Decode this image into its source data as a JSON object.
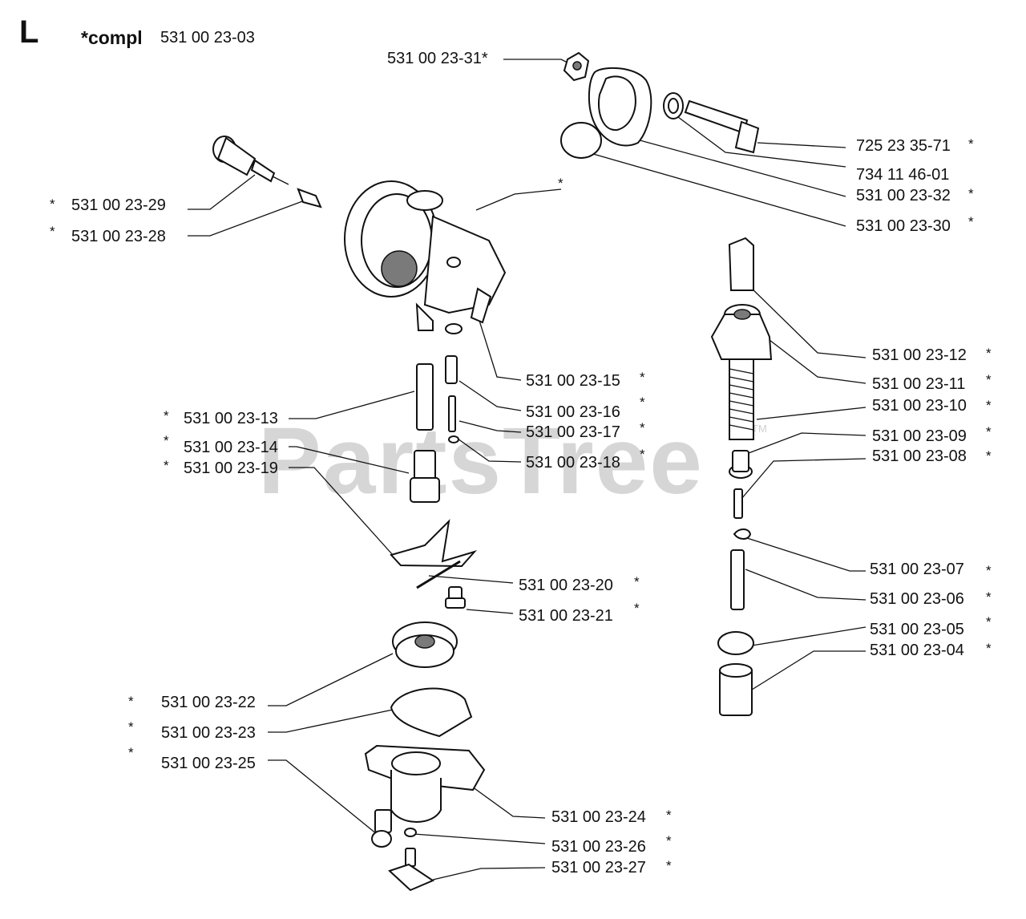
{
  "header": {
    "section_letter": "L",
    "compl_label": "*compl",
    "compl_part_number": "531 00 23-03"
  },
  "watermark": {
    "text": "PartsTree",
    "trademark": "TM"
  },
  "callouts": [
    {
      "id": "p31",
      "part": "531 00 23-31*",
      "star": ""
    },
    {
      "id": "p71",
      "part": "725 23 35-71",
      "star": "*"
    },
    {
      "id": "p01",
      "part": "734 11 46-01",
      "star": ""
    },
    {
      "id": "p32",
      "part": "531 00 23-32",
      "star": "*"
    },
    {
      "id": "p30",
      "part": "531 00 23-30",
      "star": "*"
    },
    {
      "id": "p29",
      "part": "531 00 23-29",
      "star": "*"
    },
    {
      "id": "p28",
      "part": "531 00 23-28",
      "star": "*"
    },
    {
      "id": "pbody",
      "part": "",
      "star": "*"
    },
    {
      "id": "p12",
      "part": "531 00 23-12",
      "star": "*"
    },
    {
      "id": "p11",
      "part": "531 00 23-11",
      "star": "*"
    },
    {
      "id": "p10",
      "part": "531 00 23-10",
      "star": "*"
    },
    {
      "id": "p09",
      "part": "531 00 23-09",
      "star": "*"
    },
    {
      "id": "p08",
      "part": "531 00 23-08",
      "star": "*"
    },
    {
      "id": "p15",
      "part": "531 00 23-15",
      "star": "*"
    },
    {
      "id": "p16",
      "part": "531 00 23-16",
      "star": "*"
    },
    {
      "id": "p17",
      "part": "531 00 23-17",
      "star": "*"
    },
    {
      "id": "p18",
      "part": "531 00 23-18",
      "star": "*"
    },
    {
      "id": "p13",
      "part": "531 00 23-13",
      "star": "*"
    },
    {
      "id": "p14",
      "part": "531 00 23-14",
      "star": "*"
    },
    {
      "id": "p19",
      "part": "531 00 23-19",
      "star": "*"
    },
    {
      "id": "p20",
      "part": "531 00 23-20",
      "star": "*"
    },
    {
      "id": "p21",
      "part": "531 00 23-21",
      "star": "*"
    },
    {
      "id": "p07",
      "part": "531 00 23-07",
      "star": "*"
    },
    {
      "id": "p06",
      "part": "531 00 23-06",
      "star": "*"
    },
    {
      "id": "p05",
      "part": "531 00 23-05",
      "star": "*"
    },
    {
      "id": "p04",
      "part": "531 00 23-04",
      "star": "*"
    },
    {
      "id": "p22",
      "part": "531 00 23-22",
      "star": "*"
    },
    {
      "id": "p23",
      "part": "531 00 23-23",
      "star": "*"
    },
    {
      "id": "p25",
      "part": "531 00 23-25",
      "star": "*"
    },
    {
      "id": "p24",
      "part": "531 00 23-24",
      "star": "*"
    },
    {
      "id": "p26",
      "part": "531 00 23-26",
      "star": "*"
    },
    {
      "id": "p27",
      "part": "531 00 23-27",
      "star": "*"
    }
  ]
}
